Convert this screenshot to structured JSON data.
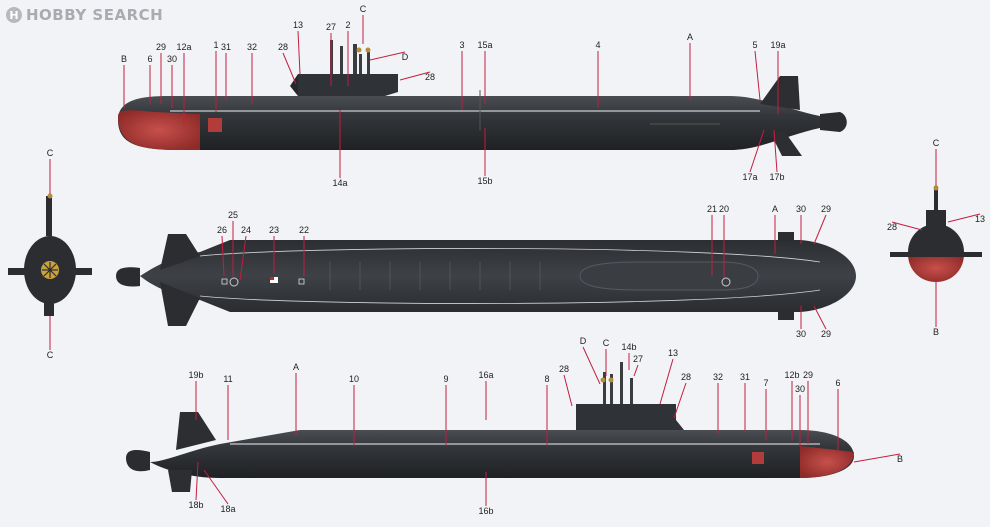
{
  "watermark": {
    "text": "HOBBY SEARCH",
    "badge": "H",
    "icon": "hobby-search-logo-icon"
  },
  "colors": {
    "hull": "#2b2d31",
    "hull_top": "#3d4045",
    "antifouling": "#b23c3a",
    "leader": "#c21e3f",
    "label": "#222222",
    "accent_cyan": "#5a9ab8"
  },
  "labels": {
    "side_top": [
      "B",
      "6",
      "29",
      "30",
      "12a",
      "1",
      "31",
      "32",
      "28",
      "13",
      "27",
      "2",
      "C",
      "D",
      "28",
      "3",
      "15a",
      "4",
      "A",
      "5",
      "19a",
      "14a",
      "15b",
      "17a",
      "17b"
    ],
    "plan": [
      "26",
      "25",
      "24",
      "23",
      "22",
      "21",
      "20",
      "A",
      "30",
      "29",
      "30",
      "29"
    ],
    "side_bottom": [
      "19b",
      "11",
      "A",
      "10",
      "9",
      "16a",
      "8",
      "28",
      "D",
      "C",
      "14b",
      "27",
      "13",
      "28",
      "32",
      "31",
      "7",
      "12b",
      "30",
      "29",
      "6",
      "B",
      "18b",
      "18a",
      "16b"
    ],
    "front_left": [
      "C",
      "C"
    ],
    "front_right": [
      "C",
      "13",
      "28",
      "B"
    ]
  }
}
